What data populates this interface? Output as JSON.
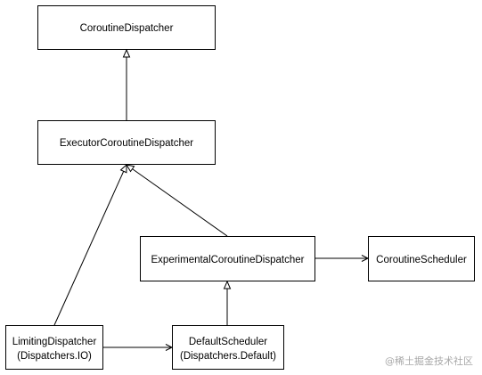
{
  "diagram": {
    "nodes": {
      "coroutine_dispatcher": {
        "lines": [
          "CoroutineDispatcher"
        ]
      },
      "executor_coroutine_dispatcher": {
        "lines": [
          "ExecutorCoroutineDispatcher"
        ]
      },
      "experimental_coroutine_dispatcher": {
        "lines": [
          "ExperimentalCoroutineDispatcher"
        ]
      },
      "coroutine_scheduler": {
        "lines": [
          "CoroutineScheduler"
        ]
      },
      "limiting_dispatcher": {
        "lines": [
          "LimitingDispatcher",
          "(Dispatchers.IO)"
        ]
      },
      "default_scheduler": {
        "lines": [
          "DefaultScheduler",
          "(Dispatchers.Default)"
        ]
      }
    },
    "edges": [
      {
        "from": "executor_coroutine_dispatcher",
        "to": "coroutine_dispatcher",
        "kind": "inheritance"
      },
      {
        "from": "limiting_dispatcher",
        "to": "executor_coroutine_dispatcher",
        "kind": "inheritance"
      },
      {
        "from": "experimental_coroutine_dispatcher",
        "to": "executor_coroutine_dispatcher",
        "kind": "inheritance"
      },
      {
        "from": "default_scheduler",
        "to": "experimental_coroutine_dispatcher",
        "kind": "inheritance"
      },
      {
        "from": "experimental_coroutine_dispatcher",
        "to": "coroutine_scheduler",
        "kind": "association"
      },
      {
        "from": "limiting_dispatcher",
        "to": "default_scheduler",
        "kind": "association"
      }
    ]
  },
  "watermark": "@稀土掘金技术社区"
}
